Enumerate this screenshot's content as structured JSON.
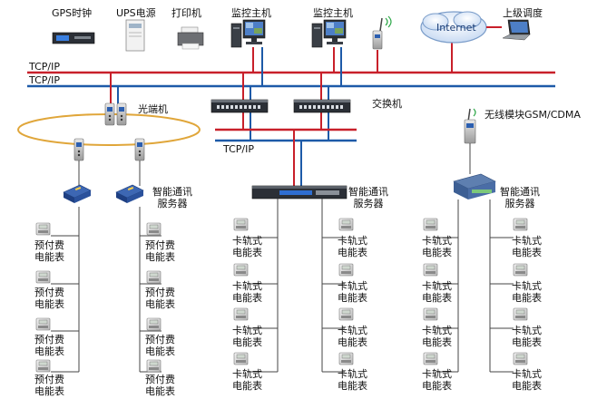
{
  "top_devices": {
    "gps_clock": "GPS时钟",
    "ups": "UPS电源",
    "printer": "打印机",
    "monitor_host_1": "监控主机",
    "monitor_host_2": "监控主机",
    "internet": "Internet",
    "upper_dispatch": "上级调度"
  },
  "network": {
    "tcpip_1": "TCP/IP",
    "tcpip_2": "TCP/IP",
    "tcpip_3": "TCP/IP",
    "optical_terminal": "光端机",
    "switch": "交换机",
    "wireless_module": "无线模块GSM/CDMA"
  },
  "servers": {
    "left": [
      "智能通讯",
      "服务器"
    ],
    "middle": [
      "智能通讯",
      "服务器"
    ],
    "right": [
      "智能通讯",
      "服务器"
    ]
  },
  "meters": {
    "prepaid": [
      "预付费",
      "电能表"
    ],
    "din_rail": [
      "卡轨式",
      "电能表"
    ]
  },
  "colors": {
    "red_line": "#c8202a",
    "blue_line": "#1d5aa8",
    "ring": "#e0a63a",
    "tree_line": "#444444"
  }
}
